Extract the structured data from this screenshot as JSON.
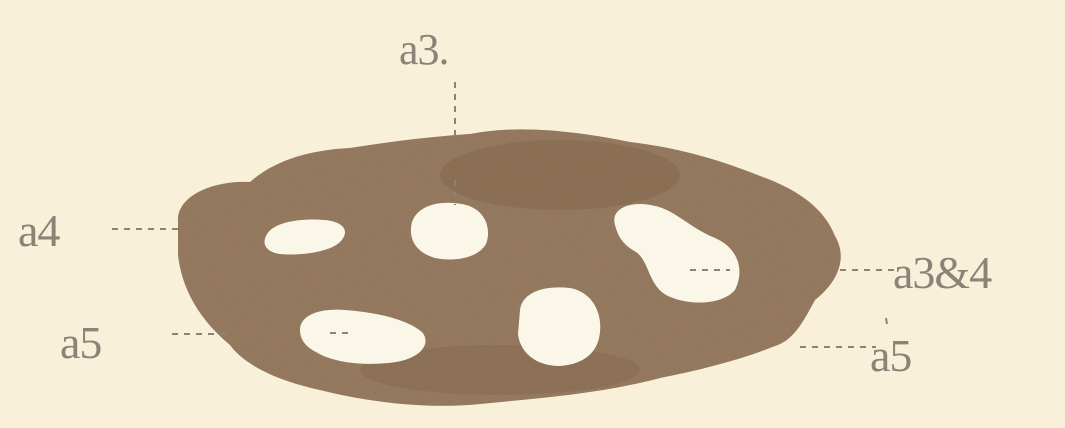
{
  "labels": {
    "top_a3": "a3.",
    "left_a4": "a4",
    "left_a5": "a5",
    "right_a3_4": "a3&4",
    "right_a5": "a5"
  },
  "colors": {
    "paper": "#f8f0d8",
    "specimen": "#8f7257",
    "specimen_dark": "#7a5e45",
    "hole": "#fbf7e8",
    "ink": "#8a8378"
  }
}
